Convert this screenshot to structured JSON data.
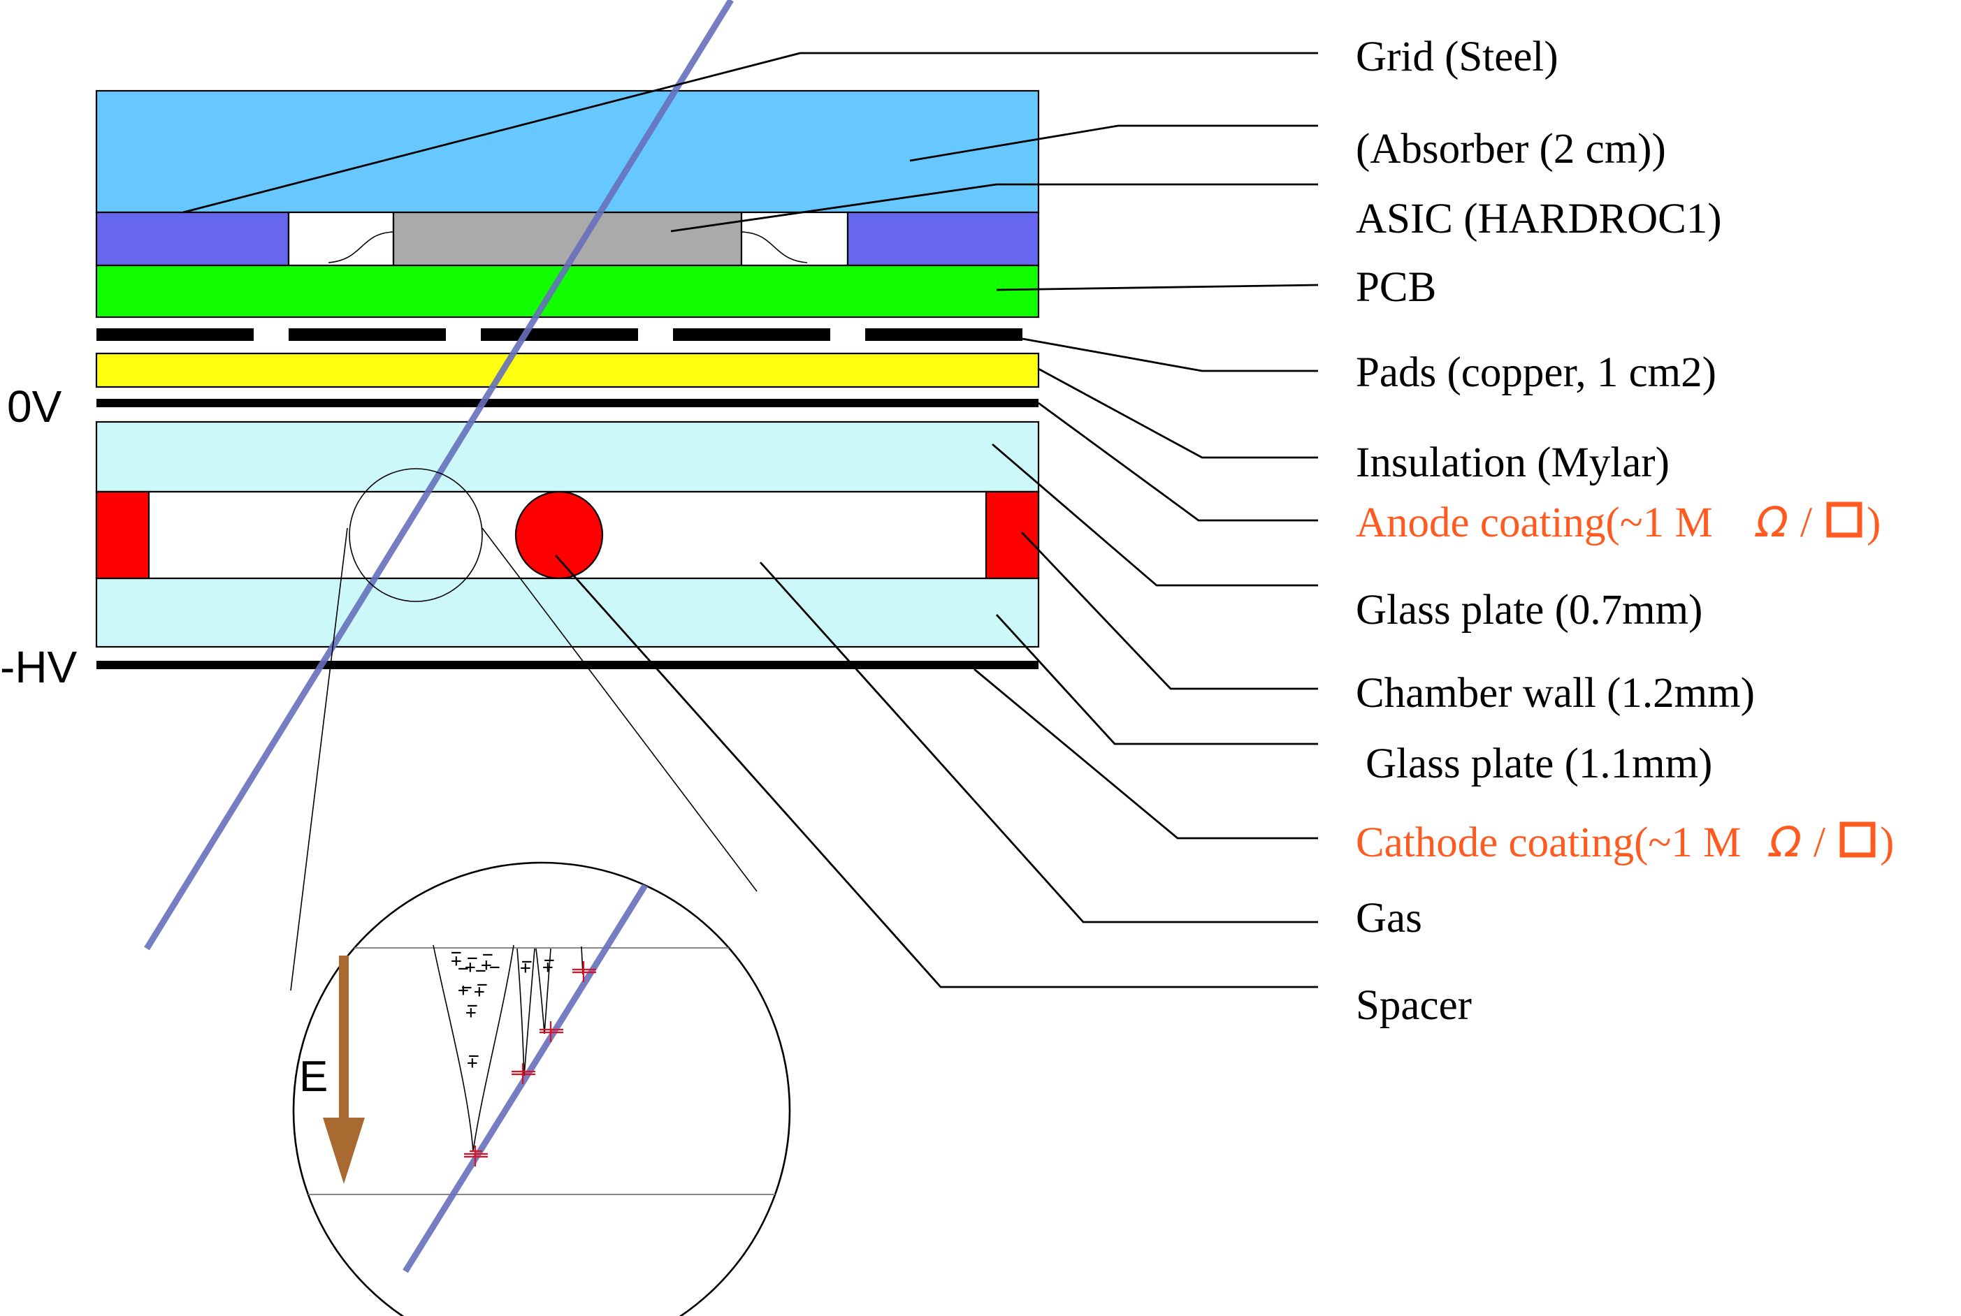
{
  "labels": {
    "grid": "Grid (Steel)",
    "absorber": "(Absorber (2 cm))",
    "asic": "ASIC (HARDROC1)",
    "pcb": "PCB",
    "pads": "Pads (copper, 1 cm2)",
    "insulation": "Insulation (Mylar)",
    "anode_prefix": "Anode coating(~1 M",
    "anode_ohm": "Ω",
    "anode_suffix": "/",
    "glass_top": "Glass plate (0.7mm)",
    "chamber_wall": "Chamber wall (1.2mm)",
    "glass_bottom": "Glass plate (1.1mm)",
    "cathode_prefix": "Cathode coating(~1 M",
    "cathode_ohm": "Ω",
    "cathode_suffix": "/",
    "gas": "Gas",
    "spacer": "Spacer"
  },
  "voltages": {
    "zero": "0V",
    "high": "-HV"
  },
  "inset": {
    "field_label": "E",
    "ion_sign": "+",
    "electron_sign": "−"
  },
  "colors": {
    "absorber": "#66c8ff",
    "grid_steel": "#6666ee",
    "asic": "#aaaaaa",
    "pcb": "#11ff00",
    "insulation": "#ffff11",
    "glass": "#ccf8fa",
    "spacer_red": "#ff0000",
    "track": "#6670bb",
    "field_arrow": "#a86a30",
    "orange_text": "#ff5a1f"
  },
  "icons": {
    "ohm_per_square": "square-icon",
    "field_arrow": "arrow-down-icon"
  }
}
